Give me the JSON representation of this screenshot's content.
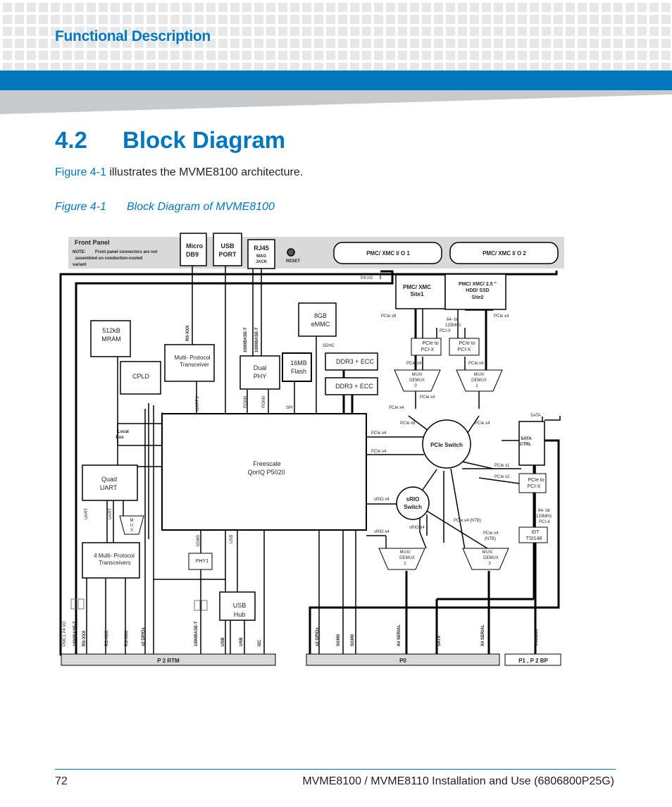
{
  "header": {
    "chapter_title": "Functional Description"
  },
  "section": {
    "number": "4.2",
    "title": "Block Diagram"
  },
  "intro": {
    "link_text": "Figure 4-1",
    "rest_text": " illustrates the MVME8100 architecture."
  },
  "figure": {
    "number": "Figure 4-1",
    "caption": "Block Diagram of MVME8100"
  },
  "diagram": {
    "front_panel": {
      "title": "Front Panel",
      "note_label": "NOTE:",
      "note_line1": "Front panel connectors are not",
      "note_line2": "assembled on conduction-cooled",
      "note_line3": "variant",
      "micro_db9": [
        "Micro",
        "DB9"
      ],
      "usb_port": [
        "USB",
        "PORT"
      ],
      "rj45": [
        "RJ45",
        "MAG",
        "JACK"
      ],
      "reset": "RESET",
      "pmc_io_1": "PMC/ XMC I/ O 1",
      "pmc_io_2": "PMC/ XMC I/ O 2"
    },
    "blocks": {
      "mram": [
        "512kB",
        "MRAM"
      ],
      "cpld": "CPLD",
      "multi_transceiver": [
        "Multi- Protocol",
        "Transceiver"
      ],
      "dual_phy": [
        "Dual",
        "PHY"
      ],
      "flash": [
        "16MB",
        "Flash"
      ],
      "emmc": [
        "8GB",
        "eMMC"
      ],
      "ddr3_a": "DDR3 + ECC",
      "ddr3_b": "DDR3 + ECC",
      "pmc_site1": [
        "PMC/ XMC",
        "Site1"
      ],
      "pmc_site2": [
        "PMC/ XMC/ 2.5 \"",
        "HDD/ SSD",
        "Site2"
      ],
      "pcie_pcix_1": [
        "PCIe to",
        "PCI-X"
      ],
      "pcie_pcix_2": [
        "PCIe to",
        "PCI-X"
      ],
      "pcie_pcix_3": [
        "PCIe to",
        "PCI-X"
      ],
      "mux0": [
        "MUX/",
        "DEMUX",
        "0"
      ],
      "mux1": [
        "MUX/",
        "DEMUX",
        "1"
      ],
      "mux2": [
        "MUX/",
        "DEMUX",
        "2"
      ],
      "mux3": [
        "MUX/",
        "DEMUX",
        "3"
      ],
      "processor": [
        "Freescale",
        "QorIQ P5020"
      ],
      "pcie_switch": "PCIe Switch",
      "srio_switch": [
        "sRIO",
        "Switch"
      ],
      "sata_ctrl": [
        "SATA",
        "CTRL"
      ],
      "quad_uart": [
        "Quad",
        "UART"
      ],
      "mux_small": [
        "M",
        "U",
        "X"
      ],
      "multi_transceivers4": [
        "4 Multi- Protocol",
        "Transceivers"
      ],
      "phy1": "PHY1",
      "usb_hub": [
        "USB",
        "Hub"
      ],
      "idt": [
        "IDT",
        "TSI148"
      ],
      "local_bus": [
        "Local",
        "Bus"
      ]
    },
    "labels": {
      "p4io": "P4 I/O",
      "pcie_x8_a": "PCIe x8",
      "bit64_a": [
        "64- bit",
        "133MHz",
        "PCI-X"
      ],
      "pcie_x4_top": "PCIe x4",
      "sdhc": "SDHC",
      "pcie_x4_m0": "PCIe x4",
      "pcie_x4_m1": "PCIe x4",
      "pcie_x4_m0b": "PCIe x4",
      "pcie_x4_m0c": "PCIe x4",
      "sata_top": "SATA",
      "pcie_x8_b": "PCIe x8",
      "pcie_x4_b": "PCIe x4",
      "pcie_x4_c": "PCIe x4",
      "pcie_x4_d": "PCIe x4",
      "pcie_x1": "PCIe x1",
      "pcie_x2": "PCIe x2",
      "bit64_b": [
        "64- bit",
        "133MHz",
        "PCI-X"
      ],
      "srio_x4_a": "sRIO x4",
      "srio_x4_b": "sRIO x4",
      "srio_x4_c": "sRIO x4",
      "pcie_x4_ntb": "PCIe x4 (NTB)",
      "pcie_x4_ntb2": [
        "PCIe x4",
        "(NTB)"
      ],
      "spi": "SPI",
      "rs_xxx_top": "RS-XXX",
      "base_t_1": "1000BASE-T",
      "base_t_2": "1000BASE-T",
      "uart2": "UART 2",
      "rgmii_1": "RGMII",
      "rgmii_2": "RGMII",
      "uart_a": "UART",
      "uart_b": "UART",
      "sgmii_a": "SGMII",
      "usb_v": "USB",
      "bottom": [
        "PMC1 P4 I/O",
        "1000BASE-T",
        "RS-XXX",
        "RS-XXX",
        "RS-XXX",
        "x2 GPIOs",
        "1000BASE-T",
        "USB",
        "USB",
        "I2C",
        "x2 GPIOs",
        "SGMII",
        "SGMII",
        "X4 SERIAL",
        "SATA",
        "X4 SERIAL",
        "VMEBus"
      ],
      "p2rtm": "P 2 RTM",
      "p0": "P0",
      "p1p2bp": "P1 , P 2 BP"
    }
  },
  "footer": {
    "page_number": "72",
    "doc_title": "MVME8100 / MVME8110 Installation and Use (6806800P25G)"
  }
}
